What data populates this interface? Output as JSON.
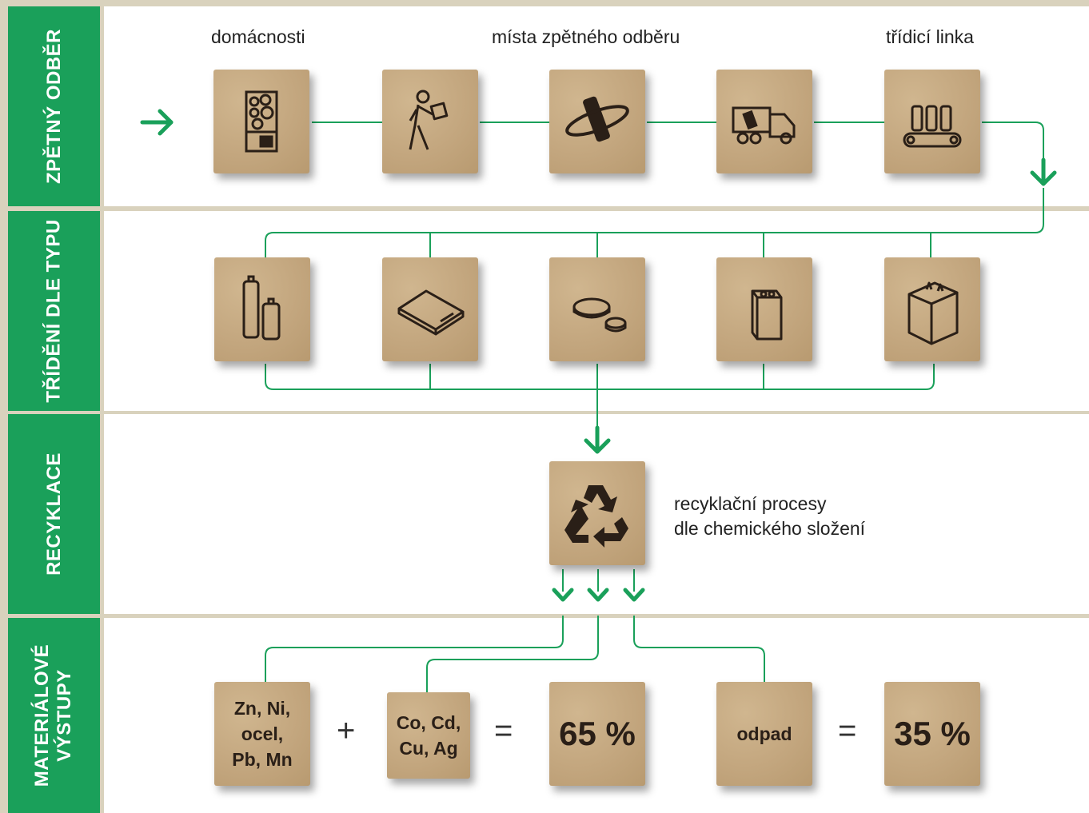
{
  "bands": [
    "ZPĚTNÝ ODBĚR",
    "TŘÍDĚNÍ DLE TYPU",
    "RECYKLACE",
    "MATERIÁLOVÉ VÝSTUPY"
  ],
  "collection": {
    "labels": [
      "domácnosti",
      "místa zpětného odběru",
      "třídicí linka"
    ],
    "icons": [
      "collection-box-icon",
      "courier-carrying-package-icon",
      "battery-orbit-icon",
      "delivery-truck-icon",
      "conveyor-belt-batteries-icon"
    ]
  },
  "sorting": {
    "icons": [
      "cylindrical-batteries-icon",
      "flat-battery-pack-icon",
      "button-cell-batteries-icon",
      "9v-battery-icon",
      "lantern-battery-icon"
    ]
  },
  "recycling": {
    "icon": "recycle-icon",
    "text_line1": "recyklační procesy",
    "text_line2": "dle chemického složení"
  },
  "outputs": {
    "metals_a": [
      "Zn, Ni,",
      "ocel,",
      "Pb, Mn"
    ],
    "metals_b": [
      "Co, Cd,",
      "Cu, Ag"
    ],
    "plus": "+",
    "equals": "=",
    "recycled_pct": "65 %",
    "waste_label": "odpad",
    "waste_pct": "35 %"
  },
  "colors": {
    "green": "#1aa05a",
    "tile": "#c4a880",
    "icon": "#2a1f17"
  }
}
